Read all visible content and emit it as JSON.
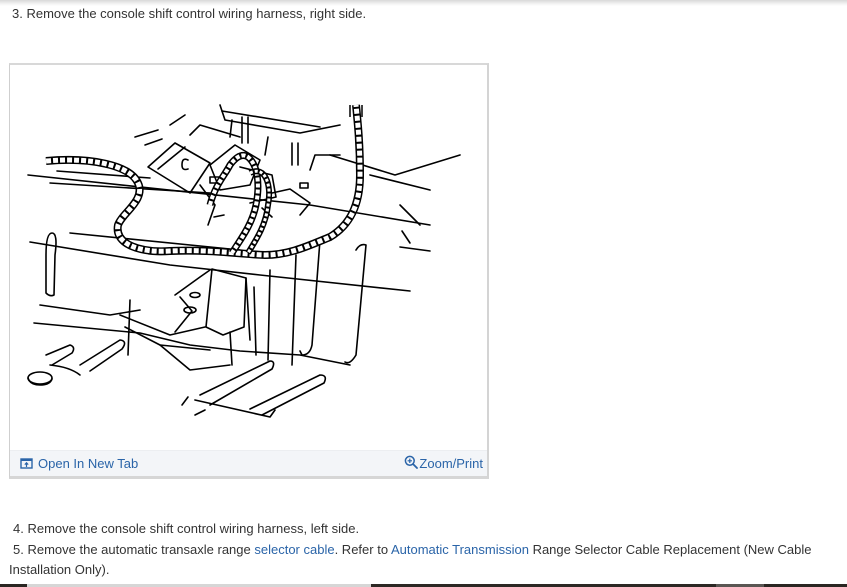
{
  "steps": {
    "step3": "3. Remove the console shift control wiring harness, right side.",
    "step4": "4. Remove the console shift control wiring harness, left side.",
    "step5": {
      "prefix": "5. Remove the automatic transaxle range ",
      "link1": "selector cable",
      "middle": ". Refer to ",
      "link2": "Automatic Transmission",
      "suffix": " Range Selector Cable Replacement (New Cable Installation Only)."
    }
  },
  "figure": {
    "alt": "Line drawing: console shift control wiring harness routed over floor pan and shifter bracket",
    "footer": {
      "open_new_tab": {
        "icon": "open-in-new-tab-icon",
        "label": "Open In New Tab"
      },
      "zoom_print": {
        "icon": "zoom-in-magnifier-icon",
        "label": "Zoom/Print"
      }
    }
  },
  "colors": {
    "text": "#333333",
    "link": "#2a64a8",
    "figure_footer_bg": "#f3f5f8",
    "figure_border": "#d4d4d4",
    "bottom_bar_dark": "#2a2622"
  }
}
